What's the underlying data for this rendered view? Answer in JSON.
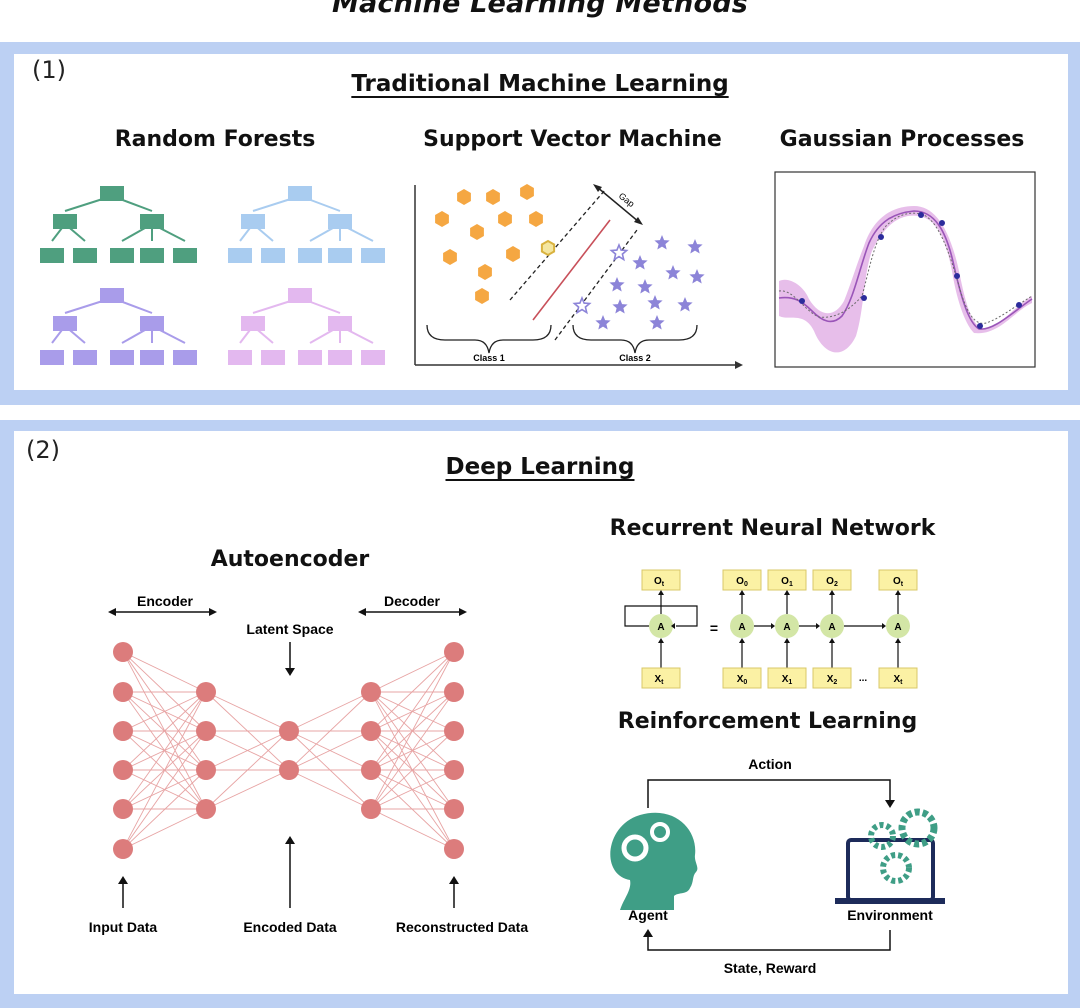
{
  "title": "Machine Learning Methods",
  "section1": {
    "number": "(1)",
    "heading": "Traditional Machine Learning",
    "random_forests": {
      "title": "Random Forests",
      "colors": [
        "#4f9f7f",
        "#a9ccf0",
        "#a99cea",
        "#e3b8ef"
      ]
    },
    "svm": {
      "title": "Support Vector Machine",
      "gap_label": "Gap",
      "class1_label": "Class 1",
      "class2_label": "Class 2",
      "class1_color": "#f5a742",
      "class2_color": "#8c84d8",
      "line_color": "#c8505a"
    },
    "gp": {
      "title": "Gaussian Processes",
      "band_color": "#e3b3e6",
      "line_color": "#9a55b8",
      "point_color": "#2c2c9c"
    }
  },
  "section2": {
    "number": "(2)",
    "heading": "Deep Learning",
    "autoencoder": {
      "title": "Autoencoder",
      "encoder_label": "Encoder",
      "decoder_label": "Decoder",
      "latent_label": "Latent Space",
      "input_label": "Input Data",
      "encoded_label": "Encoded Data",
      "reconstructed_label": "Reconstructed Data",
      "node_color": "#dc7c7c"
    },
    "rnn": {
      "title": "Recurrent Neural Network",
      "cell_label": "A",
      "equals": "=",
      "folded_output": "O",
      "folded_input": "X",
      "folded_sub": "t",
      "outputs": [
        "O",
        "O",
        "O",
        "O"
      ],
      "output_subs": [
        "0",
        "1",
        "2",
        "t"
      ],
      "inputs": [
        "X",
        "X",
        "X",
        "X"
      ],
      "input_subs": [
        "0",
        "1",
        "2",
        "t"
      ],
      "ellipsis": "...",
      "box_color": "#fbf1a4",
      "cell_color": "#d3e6a6"
    },
    "rl": {
      "title": "Reinforcement Learning",
      "action_label": "Action",
      "agent_label": "Agent",
      "environment_label": "Environment",
      "state_label": "State, Reward",
      "agent_color": "#3f9e86"
    }
  }
}
